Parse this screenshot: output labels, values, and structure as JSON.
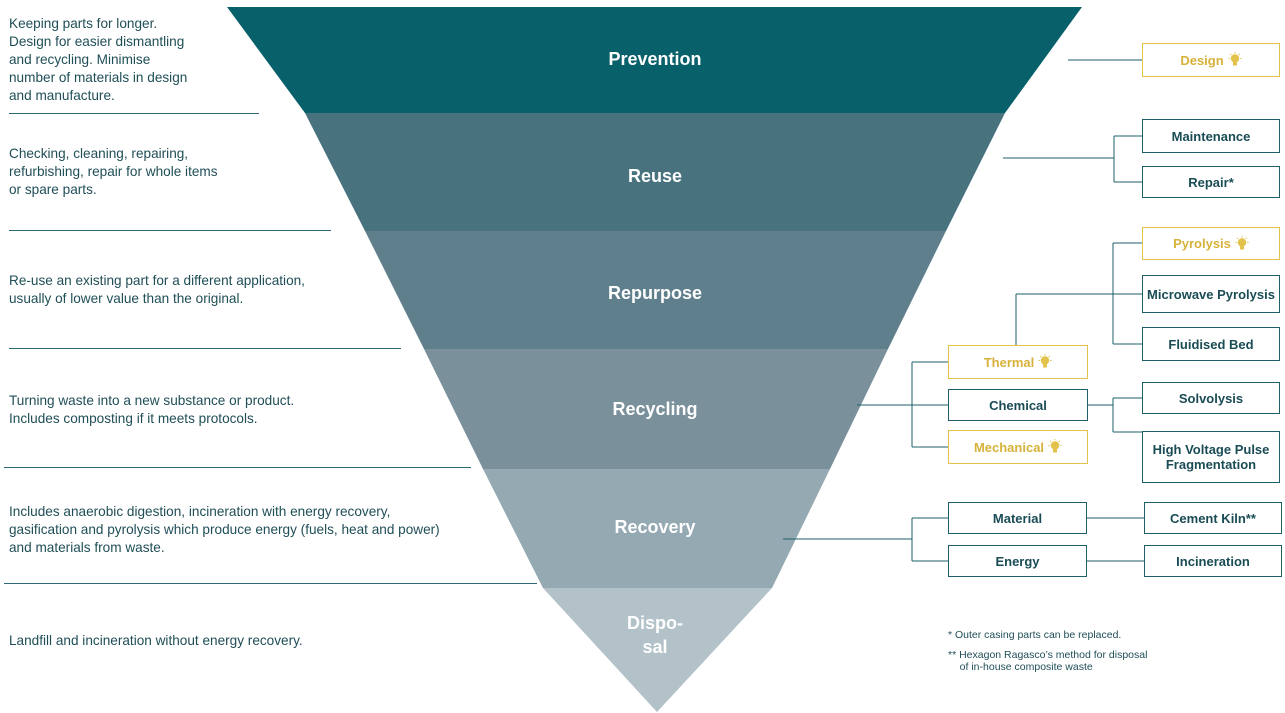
{
  "layers": [
    {
      "label": "Prevention",
      "color": "#08606b"
    },
    {
      "label": "Reuse",
      "color": "#47727e"
    },
    {
      "label": "Repurpose",
      "color": "#5f7f8c"
    },
    {
      "label": "Recycling",
      "color": "#7a909b"
    },
    {
      "label": "Recovery",
      "color": "#95a9b3"
    },
    {
      "label": "Dispo-\nsal",
      "color": "#b3c2c9"
    }
  ],
  "descriptions": [
    "Keeping parts for longer.\nDesign for easier dismantling\nand recycling. Minimise\nnumber of materials in design\nand manufacture.",
    "Checking, cleaning, repairing,\nrefurbishing, repair for whole items\nor spare parts.",
    "Re-use an existing part for a different application,\nusually of lower value than the original.",
    "Turning waste into a new substance or product.\nIncludes composting if it meets protocols.",
    "Includes anaerobic digestion, incineration with energy recovery,\ngasification and pyrolysis which produce energy (fuels, heat and power)\nand materials from waste.",
    "Landfill and incineration without energy recovery."
  ],
  "boxes": {
    "design": "Design",
    "maintenance": "Maintenance",
    "repair": "Repair*",
    "pyrolysis": "Pyrolysis",
    "microwave_pyrolysis": "Microwave Pyrolysis",
    "fluidised_bed": "Fluidised Bed",
    "thermal": "Thermal",
    "chemical": "Chemical",
    "mechanical": "Mechanical",
    "solvolysis": "Solvolysis",
    "hvpf": "High Voltage Pulse\nFragmentation",
    "material": "Material",
    "energy": "Energy",
    "cement_kiln": "Cement Kiln**",
    "incineration": "Incineration"
  },
  "notes": {
    "note1": "*  Outer casing parts can be replaced.",
    "note2": "** Hexagon Ragasco’s method for disposal\n    of in-house composite waste"
  },
  "colors": {
    "line": "#1e5f68",
    "gold": "#e2c24a",
    "text": "#1f4e57"
  },
  "icons": {
    "highlight": "lightbulb-icon"
  }
}
